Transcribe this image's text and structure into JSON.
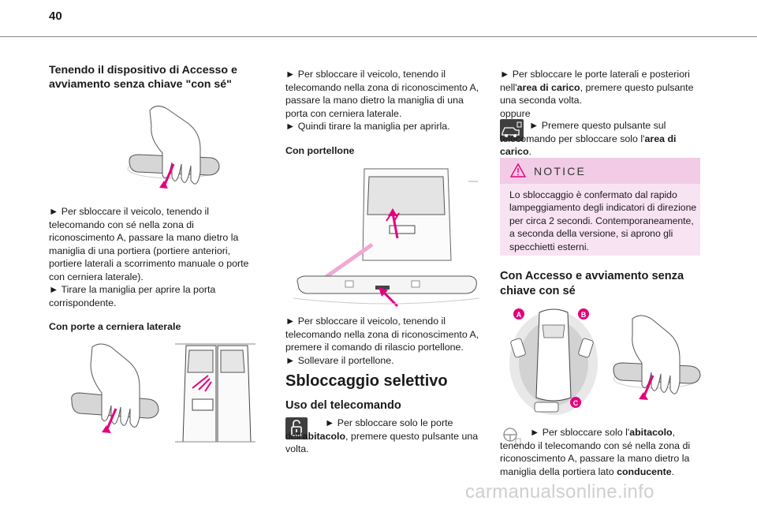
{
  "page": {
    "number": "40",
    "watermark": "carmanualsonline.info"
  },
  "col1": {
    "heading": "Tenendo il dispositivo di Accesso e avviamento senza chiave \"con sé\"",
    "para1": "► Per sbloccare il veicolo, tenendo il telecomando con sé nella zona di riconoscimento A, passare la mano dietro la maniglia di una portiera (portiere anteriori, portiere laterali a scorrimento manuale o porte con cerniera laterale).",
    "para2": "► Tirare la maniglia per aprire la porta corrispondente.",
    "label": "Con porte a cerniera laterale"
  },
  "col2": {
    "para1": "► Per sbloccare il veicolo, tenendo il telecomando nella zona di riconoscimento A, passare la mano dietro la maniglia di una porta con cerniera laterale.",
    "para2": "► Quindi tirare la maniglia per aprirla.",
    "label": "Con portellone",
    "para3": "► Per sbloccare il veicolo, tenendo il telecomando nella zona di riconoscimento A, premere il comando di rilascio portellone.",
    "para4": "► Sollevare il portellone.",
    "heading_main": "Sbloccaggio selettivo",
    "heading_sub": "Uso del telecomando",
    "para5_pre": "► Per sbloccare solo le porte dell'",
    "para5_bold": "abitacolo",
    "para5_post": ", premere questo pulsante una volta."
  },
  "col3": {
    "para1_pre": "► Per sbloccare le porte laterali e posteriori nell'",
    "para1_bold": "area di carico",
    "para1_post": ", premere questo pulsante una seconda volta.",
    "oppure": "oppure",
    "para2_pre": "► Premere questo pulsante sul telecomando per sbloccare solo l'",
    "para2_bold1": "area di",
    "para2_bold2": "carico",
    "para2_end": ".",
    "notice_title": "NOTICE",
    "notice_body": "Lo sbloccaggio è confermato dal rapido lampeggiamento degli indicatori di direzione per circa 2 secondi. Contemporaneamente, a seconda della versione, si aprono gli specchietti esterni.",
    "heading": "Con Accesso e avviamento senza chiave con sé",
    "zone_labels": [
      "A",
      "B",
      "C"
    ],
    "para3_pre": "► Per sbloccare solo l'",
    "para3_bold": "abitacolo",
    "para3_mid": ", tenendo il telecomando con sé nella zona di riconoscimento A, passare la mano dietro la maniglia della portiera lato ",
    "para3_bold2": "conducente",
    "para3_end": "."
  },
  "colors": {
    "accent_magenta": "#e4007c",
    "notice_bg": "#f8e3f2",
    "notice_head": "#f2cce7",
    "rule": "#8a8a8a",
    "zone_a": "#e4007c",
    "zone_b": "#e4007c",
    "zone_c": "#e4007c"
  },
  "icons": [
    "hand-on-handle-illustration",
    "side-door-hand-illustration",
    "rear-doors-illustration",
    "tailgate-illustration",
    "unlock-padlock-icon",
    "van-cargo-unlock-icon",
    "warning-triangle-icon",
    "detection-zones-diagram",
    "hand-on-handle-illustration-2",
    "steering-key-icon"
  ]
}
